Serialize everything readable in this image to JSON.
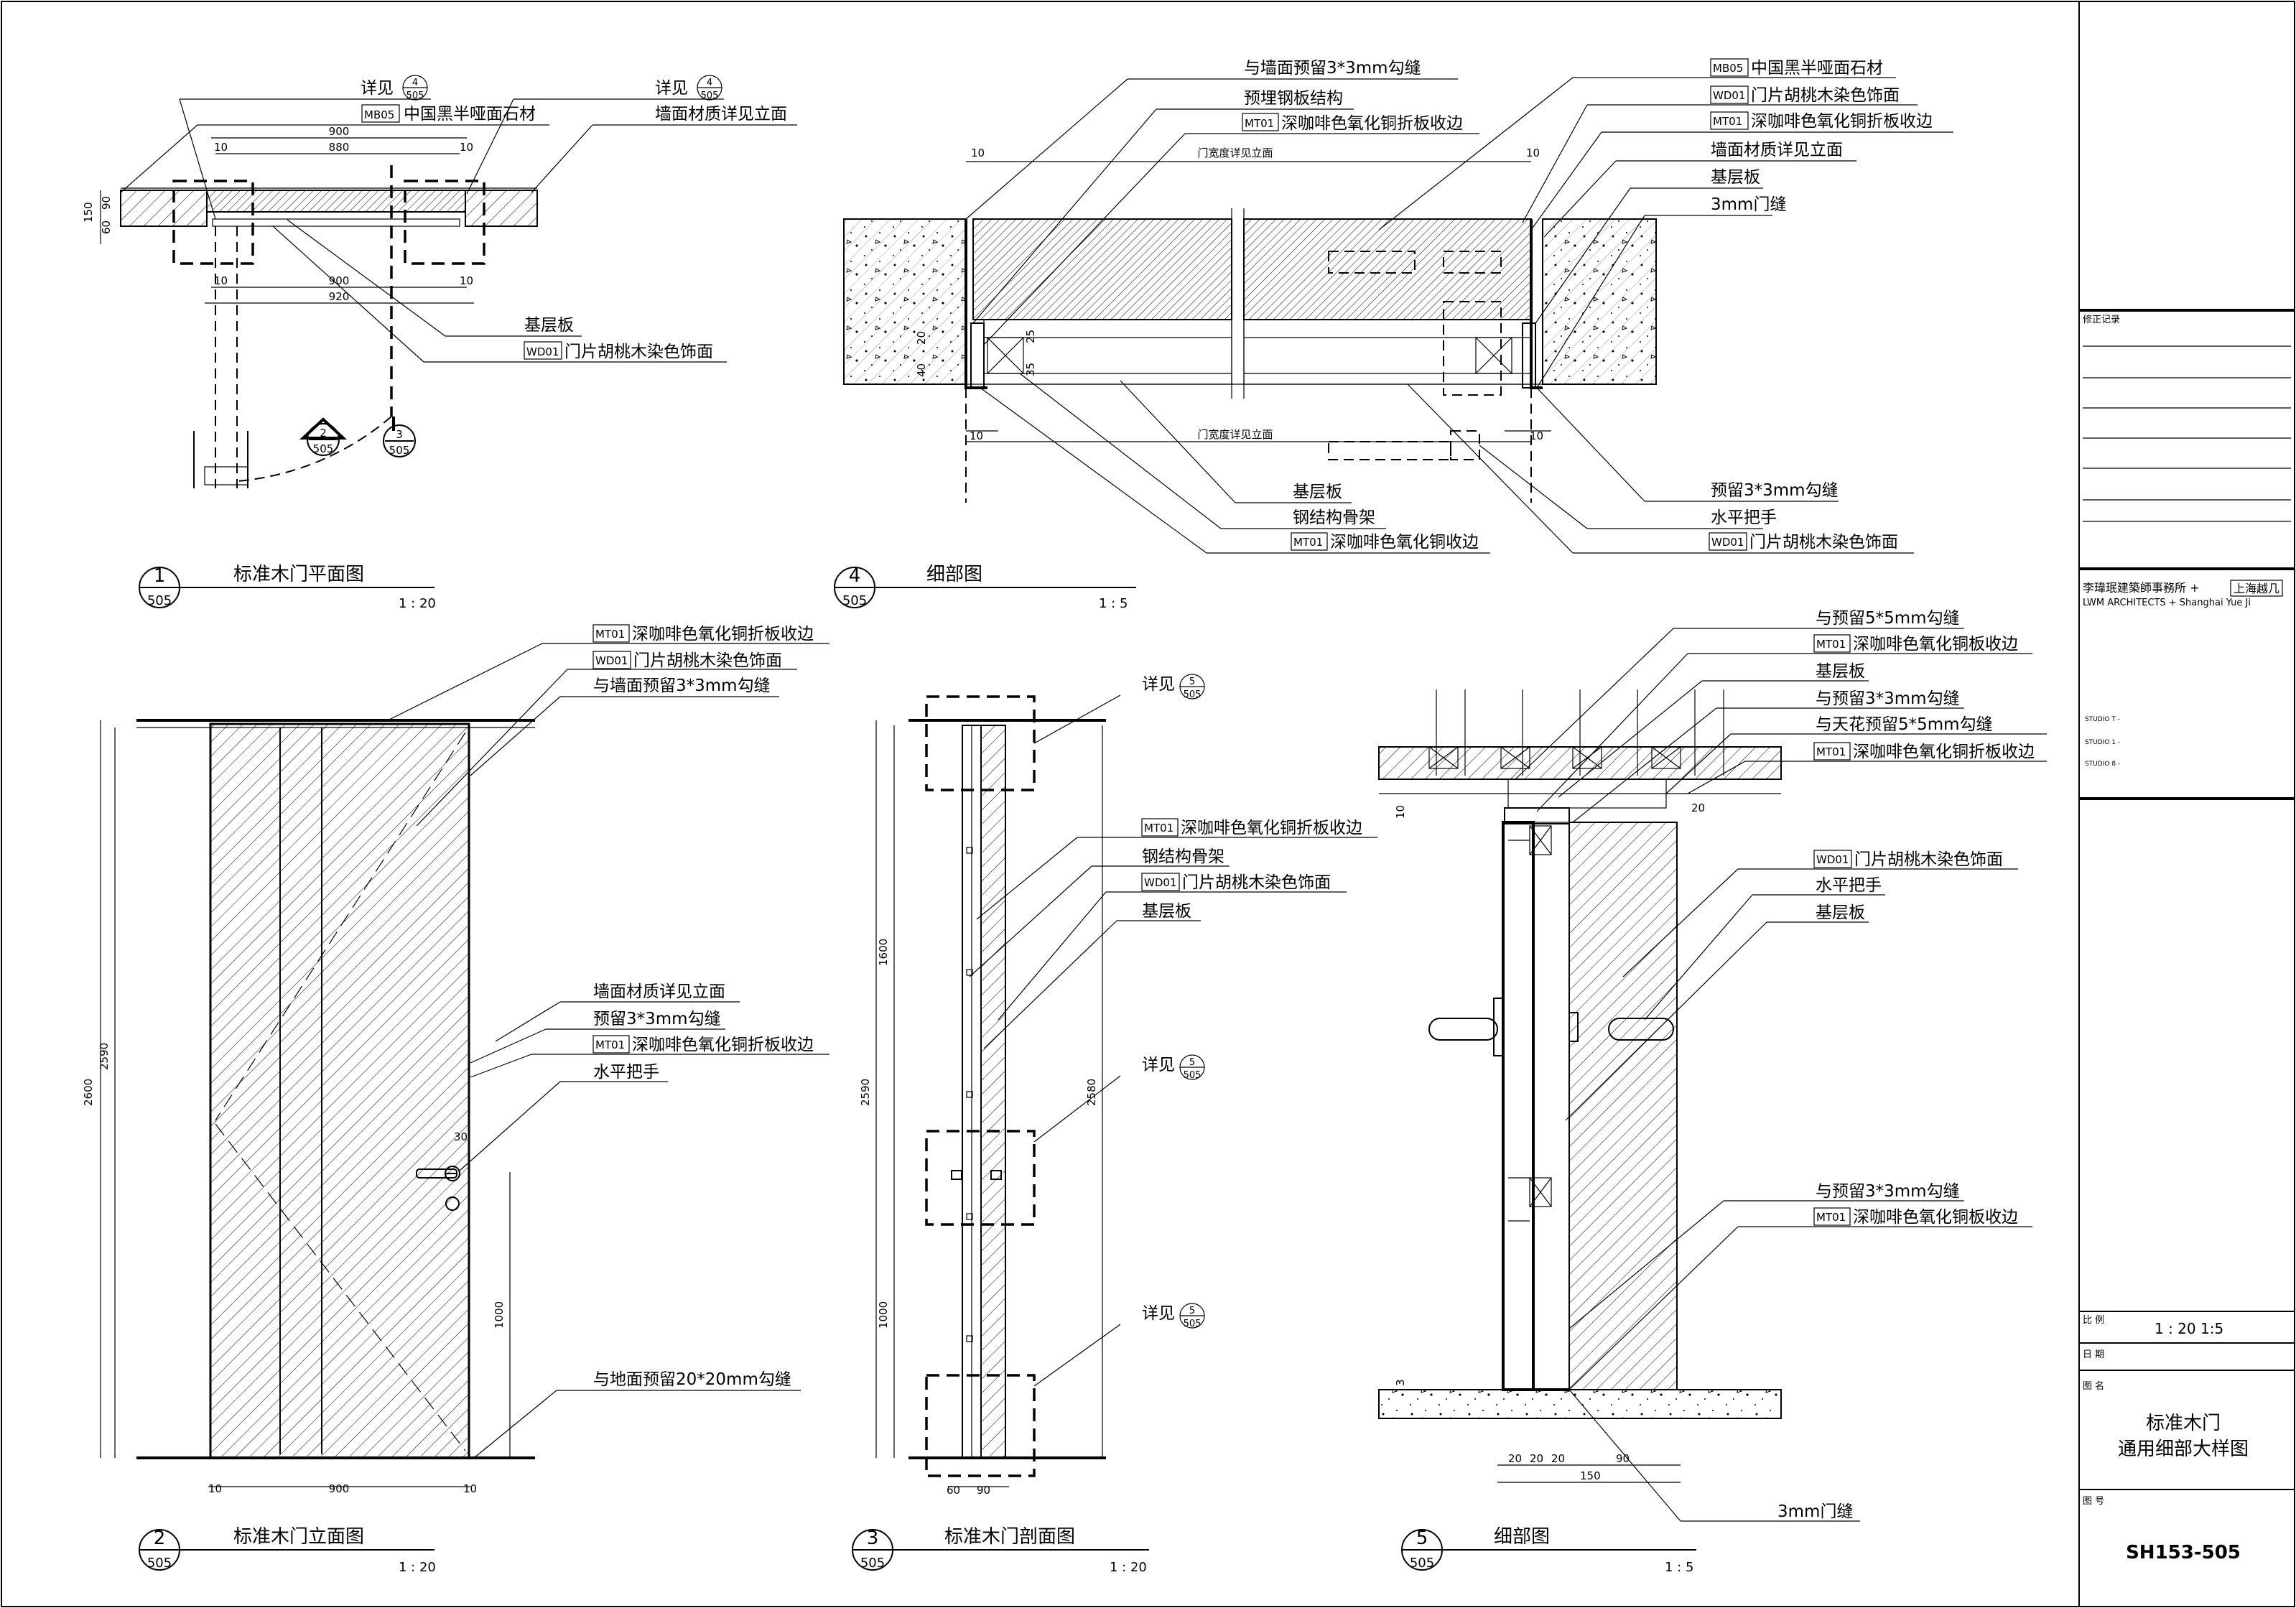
{
  "sheet": {
    "drawing_title_line1": "标准木门",
    "drawing_title_line2": "通用细部大样图",
    "drawing_no": "SH153-505",
    "scale_value": "1 : 20 1:5"
  },
  "titleblock": {
    "revision_label": "修正记录",
    "firm_cn": "李瑋珉建築師事務所 +",
    "firm_partner": "上海越几",
    "firm_en": "LWM  ARCHITECTS  +  Shanghai Yue Ji",
    "studio1": "STUDIO T -",
    "studio2": "STUDIO 1 -",
    "studio3": "STUDIO 8 -",
    "scale_label": "比  例",
    "date_label": "日  期",
    "name_label": "图  名",
    "number_label": "图  号"
  },
  "views": {
    "v1": {
      "num": "1",
      "sheet": "505",
      "title": "标准木门平面图",
      "scale": "1 : 20"
    },
    "v2": {
      "num": "2",
      "sheet": "505",
      "title": "标准木门立面图",
      "scale": "1 : 20"
    },
    "v3": {
      "num": "3",
      "sheet": "505",
      "title": "标准木门剖面图",
      "scale": "1 : 20"
    },
    "v4": {
      "num": "4",
      "sheet": "505",
      "title": "细部图",
      "scale": "1 : 5"
    },
    "v5": {
      "num": "5",
      "sheet": "505",
      "title": "细部图",
      "scale": "1 : 5"
    }
  },
  "refs": {
    "xiangjian": "详见",
    "r4": "4",
    "r5": "5",
    "r2": "2",
    "r3": "3",
    "r505": "505"
  },
  "codes": {
    "mb05": "MB05",
    "wd01": "WD01",
    "mt01": "MT01"
  },
  "labels": {
    "mb05_stone": "中国黑半哑面石材",
    "wall_see_elev": "墙面材质详见立面",
    "base_board": "基层板",
    "wd01_door": "门片胡桃木染色饰面",
    "gap_wall_33": "与墙面预留3*3mm勾缝",
    "embed_steel": "预埋钢板结构",
    "mt01_fold": "深咖啡色氧化铜折板收边",
    "gap_3mm": "3mm门缝",
    "steel_frame": "钢结构骨架",
    "mt01_edge": "深咖啡色氧化铜收边",
    "reserve_33": "预留3*3mm勾缝",
    "handle": "水平把手",
    "gap_floor": "与地面预留20*20mm勾缝",
    "gap_55": "与预留5*5mm勾缝",
    "mt01_plate": "深咖啡色氧化铜板收边",
    "gap_33": "与预留3*3mm勾缝",
    "gap_ceiling": "与天花预留5*5mm勾缝",
    "door_width_see": "门宽度详见立面"
  },
  "dims": {
    "d900": "900",
    "d880": "880",
    "d920": "920",
    "d10": "10",
    "d150": "150",
    "d90": "90",
    "d60": "60",
    "d2600": "2600",
    "d2590": "2590",
    "d2580": "2580",
    "d1600": "1600",
    "d1000": "1000",
    "d30": "30",
    "d20": "20",
    "d3": "3",
    "d40": "40",
    "d25": "25",
    "d35": "35"
  }
}
